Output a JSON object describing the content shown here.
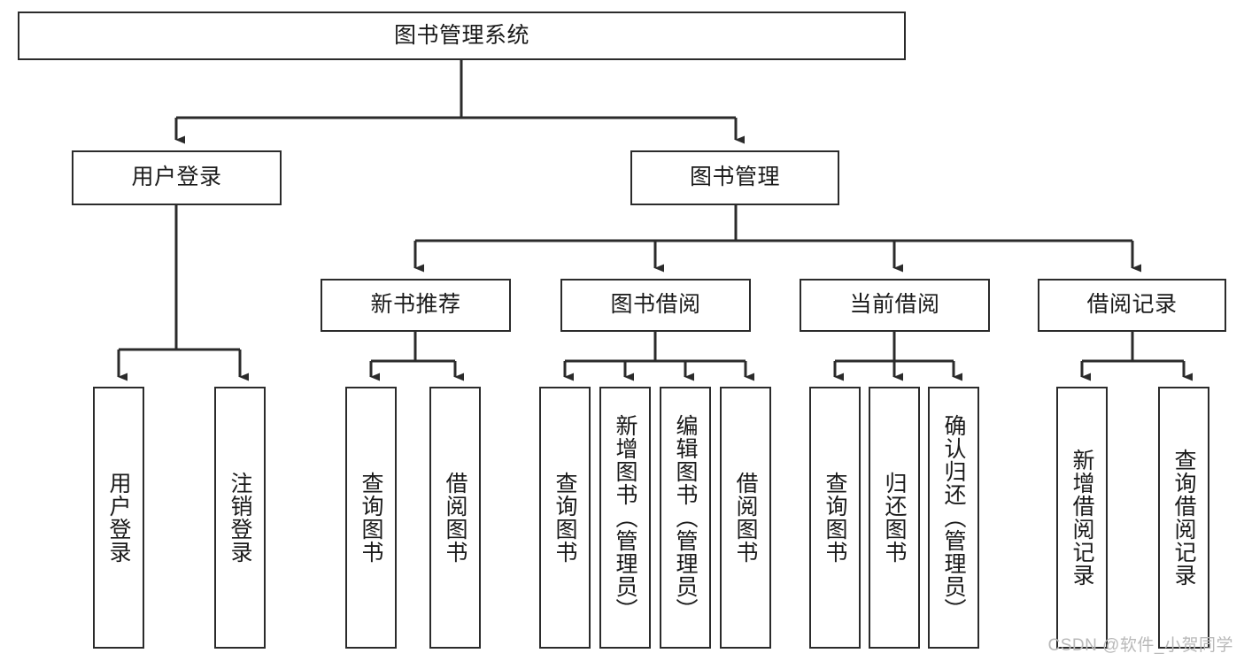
{
  "diagram": {
    "title": "图书管理系统",
    "type": "tree-hierarchy-chart",
    "watermark": "CSDN @软件_小贺同学",
    "colors": {
      "box_border": "#2b2b2b",
      "box_fill": "#ffffff",
      "edge": "#2b2b2b",
      "text": "#1a1a1a",
      "watermark": "#b9b9b9",
      "background": "#ffffff"
    },
    "root": {
      "label": "图书管理系统",
      "orientation": "horizontal"
    },
    "level2": [
      {
        "label": "用户登录",
        "orientation": "horizontal"
      },
      {
        "label": "图书管理",
        "orientation": "horizontal"
      }
    ],
    "level3": [
      {
        "label": "新书推荐",
        "orientation": "horizontal"
      },
      {
        "label": "图书借阅",
        "orientation": "horizontal"
      },
      {
        "label": "当前借阅",
        "orientation": "horizontal"
      },
      {
        "label": "借阅记录",
        "orientation": "horizontal"
      }
    ],
    "leaves": {
      "user_login": [
        {
          "label": "用户登录",
          "orientation": "vertical"
        },
        {
          "label": "注销登录",
          "orientation": "vertical"
        }
      ],
      "new_book_recommend": [
        {
          "label": "查询图书",
          "orientation": "vertical"
        },
        {
          "label": "借阅图书",
          "orientation": "vertical"
        }
      ],
      "book_borrow": [
        {
          "label": "查询图书",
          "orientation": "vertical"
        },
        {
          "label": "新增图书（管理员）",
          "orientation": "vertical"
        },
        {
          "label": "编辑图书（管理员）",
          "orientation": "vertical"
        },
        {
          "label": "借阅图书",
          "orientation": "vertical"
        }
      ],
      "current_borrow": [
        {
          "label": "查询图书",
          "orientation": "vertical"
        },
        {
          "label": "归还图书",
          "orientation": "vertical"
        },
        {
          "label": "确认归还（管理员）",
          "orientation": "vertical"
        }
      ],
      "borrow_record": [
        {
          "label": "新增借阅记录",
          "orientation": "vertical"
        },
        {
          "label": "查询借阅记录",
          "orientation": "vertical"
        }
      ]
    }
  }
}
